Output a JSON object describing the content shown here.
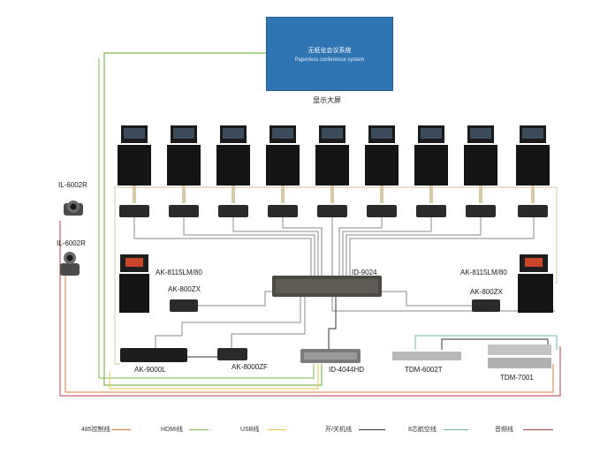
{
  "display": {
    "title": "无纸化会议系统",
    "subtitle": "Paperless conference system",
    "caption": "显示大屏"
  },
  "devices": {
    "camera_top": "IL-6002R",
    "camera_bottom": "IL-6002R",
    "chair_left": "AK-8115LM/80",
    "chair_left_box": "AK-800ZX",
    "switch": "ID-9024",
    "chair_right": "AK-8115LM/80",
    "chair_right_box": "AK-800ZX",
    "recorder": "AK-9000L",
    "control_box": "AK-8000ZF",
    "matrix": "ID-4044HD",
    "tuner": "TDM-6002T",
    "audio_proc": "TDM-7001"
  },
  "legend": [
    {
      "label": "485控制线",
      "color": "#e27a3a"
    },
    {
      "label": "HDMI线",
      "color": "#7dbb4b"
    },
    {
      "label": "USB线",
      "color": "#e9c94a"
    },
    {
      "label": "开/关机线",
      "color": "#333333"
    },
    {
      "label": "8芯航空线",
      "color": "#6fb8b0"
    },
    {
      "label": "音频线",
      "color": "#b2404a"
    }
  ],
  "colors": {
    "terminal": "#141414",
    "beige": "#d8c9a6",
    "gray": "#9a9a9a"
  }
}
